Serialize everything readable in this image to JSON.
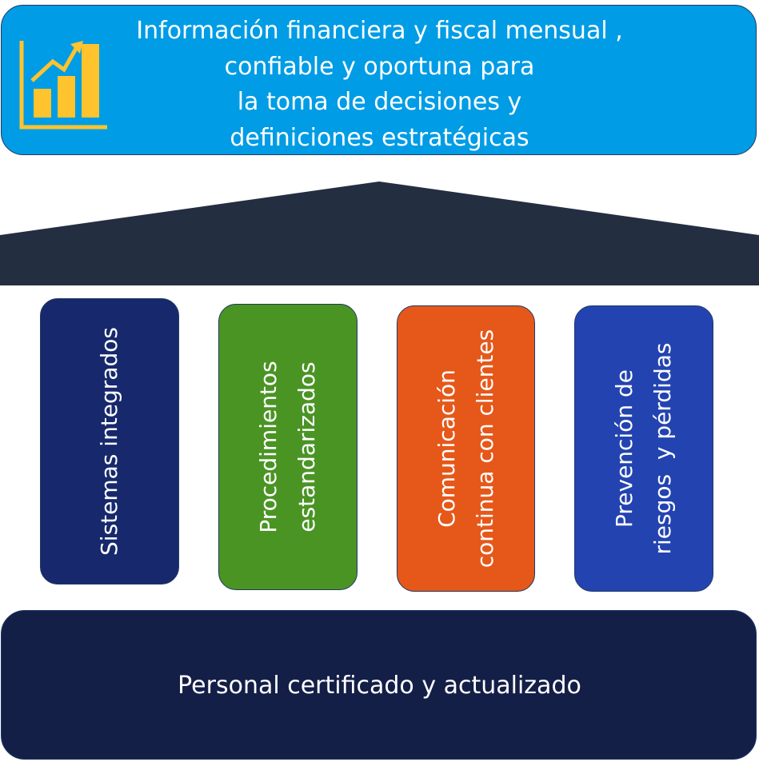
{
  "colors": {
    "banner": "#009ce5",
    "icon": "#ffc32e",
    "roof": "#232e41",
    "foundation": "#141f48",
    "border": "#1f3864",
    "text": "#ffffff"
  },
  "banner": {
    "icon": "growth-chart-icon",
    "lines": [
      "Información financiera y fiscal mensual ,",
      "confiable y oportuna para",
      "la toma de decisiones y",
      "definiciones estratégicas"
    ]
  },
  "pillars": [
    {
      "lines": [
        "Sistemas integrados"
      ],
      "color": "#17296c"
    },
    {
      "lines": [
        "Procedimientos",
        "estandarizados"
      ],
      "color": "#4a9424"
    },
    {
      "lines": [
        "Comunicación",
        "continua con clientes"
      ],
      "color": "#e5581a"
    },
    {
      "lines": [
        "Prevención de",
        "riesgos  y pérdidas"
      ],
      "color": "#2344b0"
    }
  ],
  "foundation": {
    "label": "Personal certificado y actualizado"
  }
}
